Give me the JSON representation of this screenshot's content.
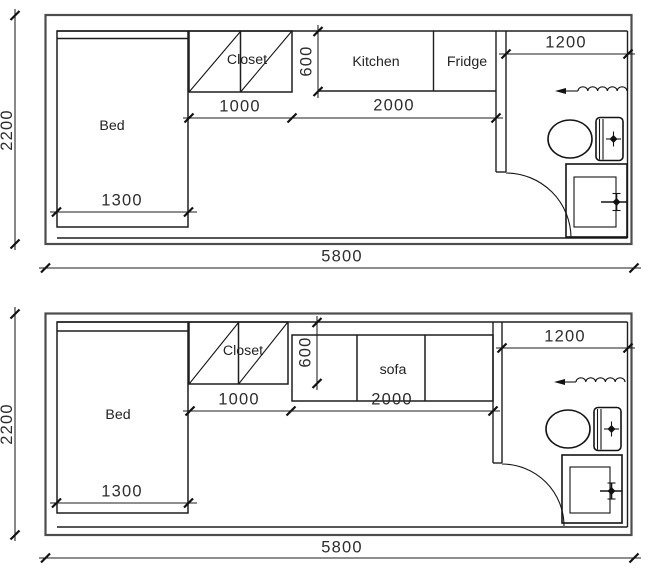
{
  "drawing_title": "two-unit floor plan drawing",
  "colors": {
    "background": "#ffffff",
    "line": "#1e1e1e",
    "outer_wall": "#4d4d4d",
    "text": "#2d2d2d"
  },
  "plans": [
    {
      "id": "top",
      "labels": {
        "bed": "Bed",
        "closet": "Closet",
        "kitchen": "Kitchen",
        "fridge": "Fridge"
      },
      "dims": {
        "overall_height": "2200",
        "overall_width": "5800",
        "bed_width": "1300",
        "closet_width": "1000",
        "counter_width": "2000",
        "counter_depth": "600",
        "bath_width": "1200"
      }
    },
    {
      "id": "bottom",
      "labels": {
        "bed": "Bed",
        "closet": "Closet",
        "sofa": "sofa"
      },
      "dims": {
        "overall_height": "2200",
        "overall_width": "5800",
        "bed_width": "1300",
        "closet_width": "1000",
        "sofa_width": "2000",
        "counter_depth": "600",
        "bath_width": "1200"
      }
    }
  ]
}
